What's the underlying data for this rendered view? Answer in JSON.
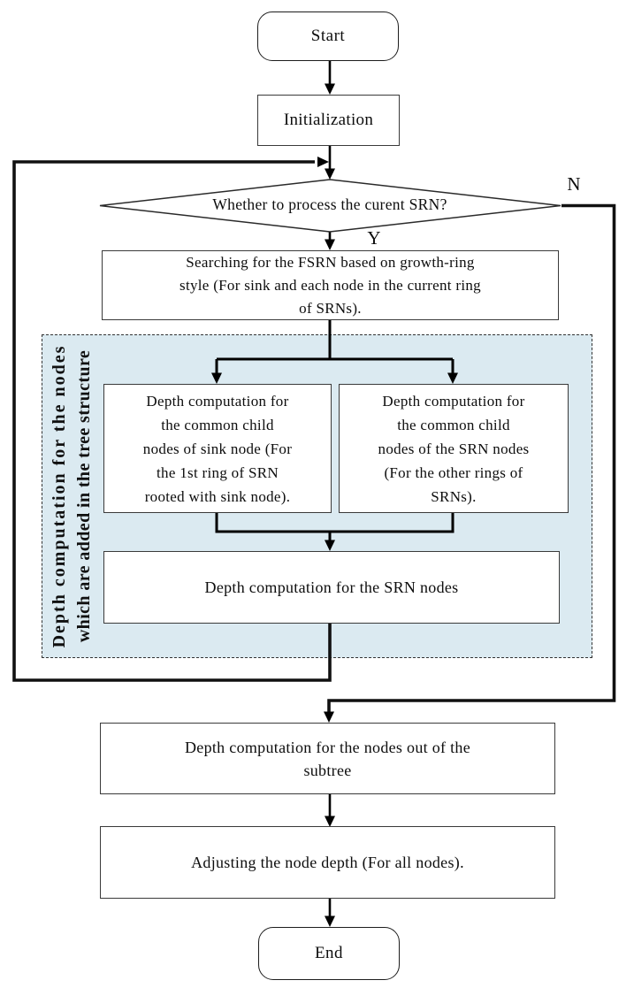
{
  "flowchart": {
    "colors": {
      "group_fill": "#dbeaf1",
      "line": "#000000",
      "box_border": "#3a3a3a",
      "background": "#ffffff"
    },
    "start": {
      "label": "Start"
    },
    "initialization": {
      "label": "Initialization"
    },
    "decision": {
      "question": "Whether to process the curent SRN?",
      "no_label": "N",
      "yes_label": "Y"
    },
    "searching": {
      "lines": [
        "Searching for the FSRN based on growth-ring",
        "style (For sink and each node in the current ring",
        "of SRNs)."
      ]
    },
    "tree_group": {
      "title_line1": "Depth computation for the nodes",
      "title_line2": "which are added in the tree structure"
    },
    "sink_children": {
      "lines": [
        "Depth computation for",
        "the common child",
        "nodes of sink node (For",
        "the 1st ring of SRN",
        "rooted with sink node)."
      ]
    },
    "srn_children": {
      "lines": [
        "Depth computation for",
        "the common child",
        "nodes of the SRN nodes",
        "(For the other rings of",
        "SRNs)."
      ]
    },
    "srn_nodes": {
      "label": "Depth computation for the SRN nodes"
    },
    "out_of_subtree": {
      "lines": [
        "Depth computation for the nodes out of the",
        "subtree"
      ]
    },
    "adjust": {
      "label": "Adjusting the node depth (For all nodes)."
    },
    "end": {
      "label": "End"
    }
  }
}
